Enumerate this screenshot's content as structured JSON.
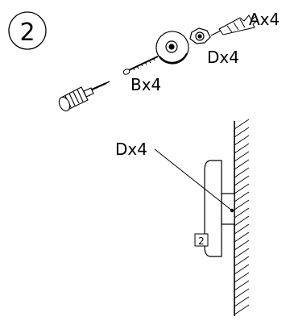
{
  "step": {
    "number": "2"
  },
  "parts": {
    "anchor_label": "Ax4",
    "screw_label": "Bx4",
    "washer_label": "Dx4"
  },
  "installation": {
    "callout_label": "Dx4",
    "box_number": "2"
  },
  "colors": {
    "ink": "#000000",
    "paper": "#ffffff"
  }
}
